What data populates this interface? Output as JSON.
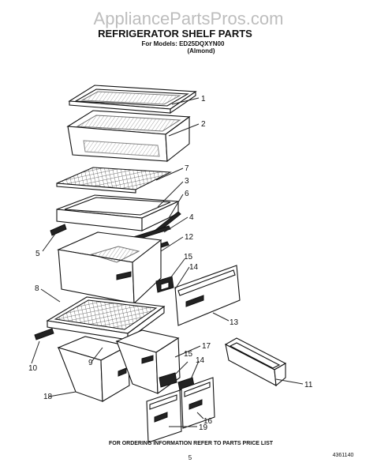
{
  "header": {
    "watermark": "AppliancePartsPros.com",
    "title": "REFRIGERATOR SHELF PARTS",
    "models_line": "For Models: ED25DQXYN00",
    "color_line": "(Almond)"
  },
  "callouts": [
    "1",
    "2",
    "7",
    "3",
    "6",
    "4",
    "12",
    "5",
    "15",
    "14",
    "8",
    "13",
    "17",
    "15",
    "14",
    "9",
    "10",
    "11",
    "18",
    "16",
    "19"
  ],
  "footer": {
    "ordering_note": "FOR ORDERING INFORMATION REFER TO PARTS PRICE LIST",
    "page_number": "5",
    "doc_code": "4361140"
  }
}
